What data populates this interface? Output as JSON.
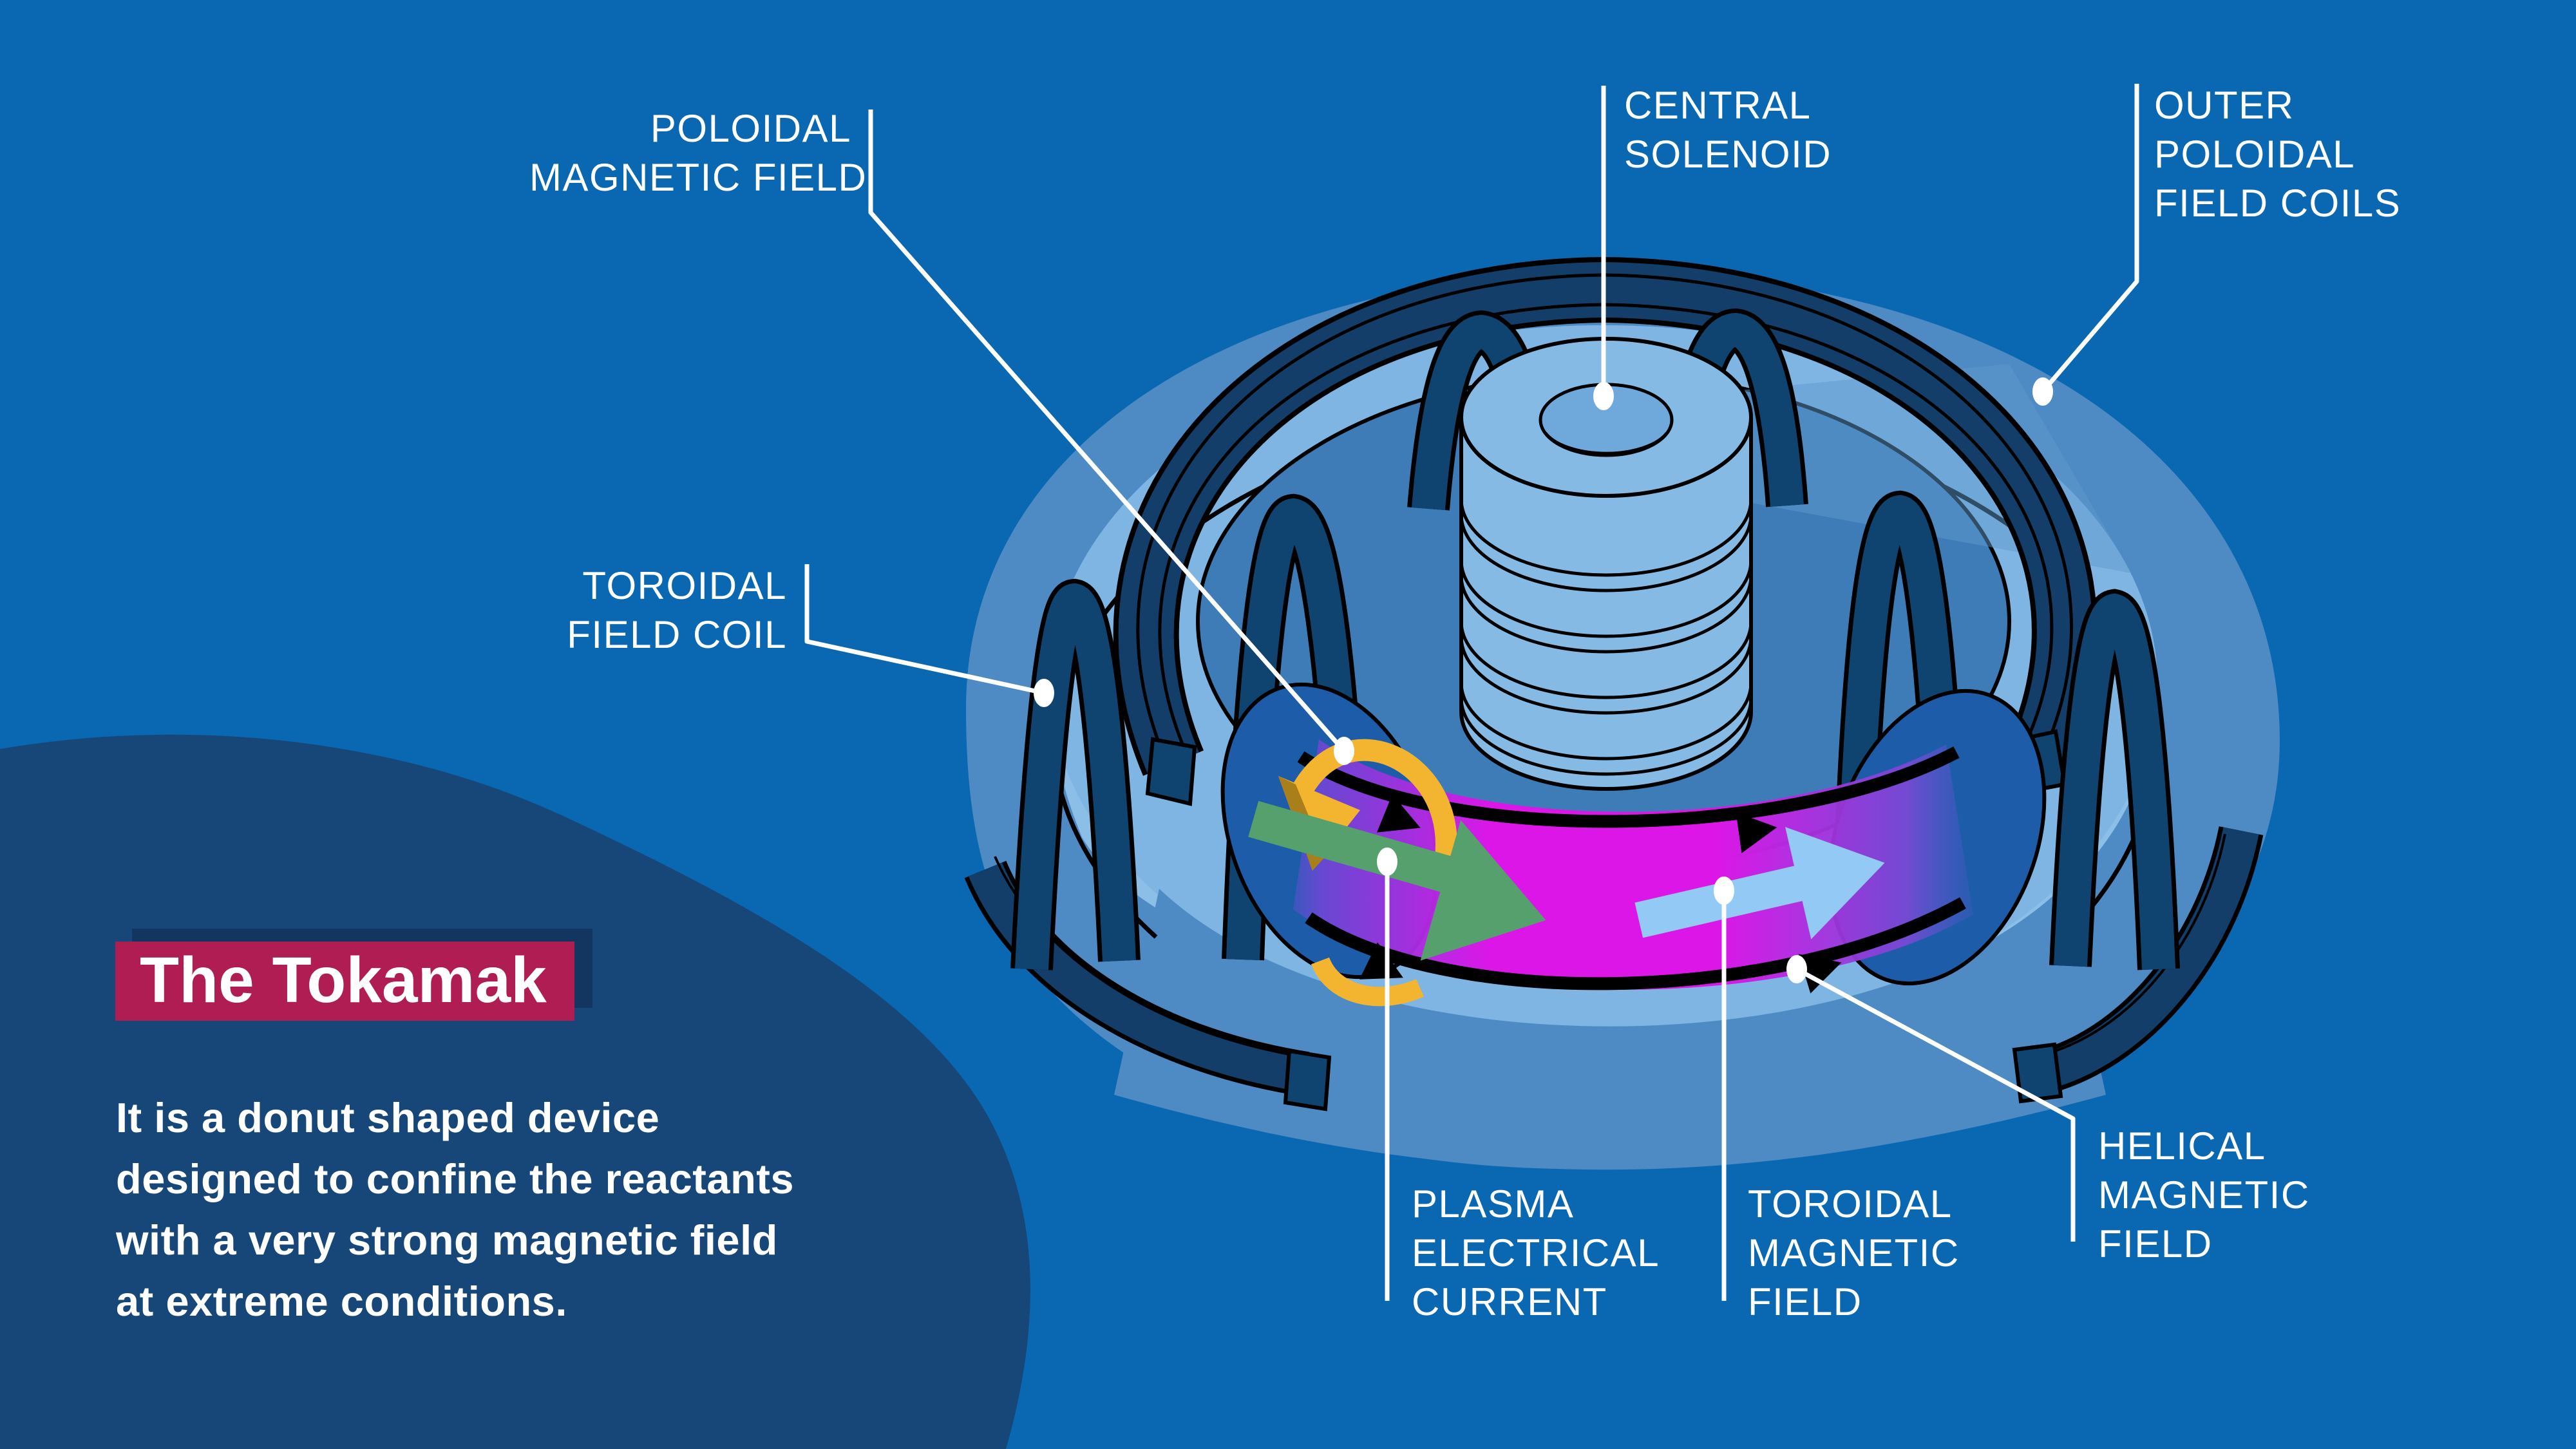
{
  "title": {
    "text": "The Tokamak"
  },
  "description": {
    "lines": [
      "It is a donut shaped device",
      "designed to confine the reactants",
      "with a very strong magnetic field",
      "at extreme conditions."
    ]
  },
  "labels": {
    "poloidal_magnetic_field": {
      "lines": [
        "POLOIDAL",
        "MAGNETIC FIELD"
      ]
    },
    "central_solenoid": {
      "lines": [
        "CENTRAL",
        "SOLENOID"
      ]
    },
    "outer_poloidal_field_coils": {
      "lines": [
        "OUTER",
        "POLOIDAL",
        "FIELD COILS"
      ]
    },
    "toroidal_field_coil": {
      "lines": [
        "TOROIDAL",
        "FIELD COIL"
      ]
    },
    "plasma_electrical_current": {
      "lines": [
        "PLASMA",
        "ELECTRICAL",
        "CURRENT"
      ]
    },
    "toroidal_magnetic_field": {
      "lines": [
        "TOROIDAL",
        "MAGNETIC",
        "FIELD"
      ]
    },
    "helical_magnetic_field": {
      "lines": [
        "HELICAL",
        "MAGNETIC",
        "FIELD"
      ]
    }
  },
  "colors": {
    "background": "#0A67B2",
    "corner_blob": "#174679",
    "badge": "#B01D53",
    "badge_shadow": "#12365F",
    "coil_navy": "#0F4470",
    "ring_navy": "#123E69",
    "tube_light_blue": "#7FB5E2",
    "solenoid_blue": "#85BAE5",
    "bowl_blue": "#3E7CB8",
    "glow_outer": "#4E8AC3",
    "glow_inner": "#8CBFE7",
    "cut_face_blue": "#1D5CA9",
    "plasma_magenta": "#DD16E8",
    "plasma_purple": "#7A49D6",
    "arrow_green": "#55A06C",
    "arrow_light_blue": "#92CAF5",
    "arrow_yellow": "#F3B52F",
    "field_line_black": "#000000",
    "leader_white": "#FFFFFF"
  }
}
